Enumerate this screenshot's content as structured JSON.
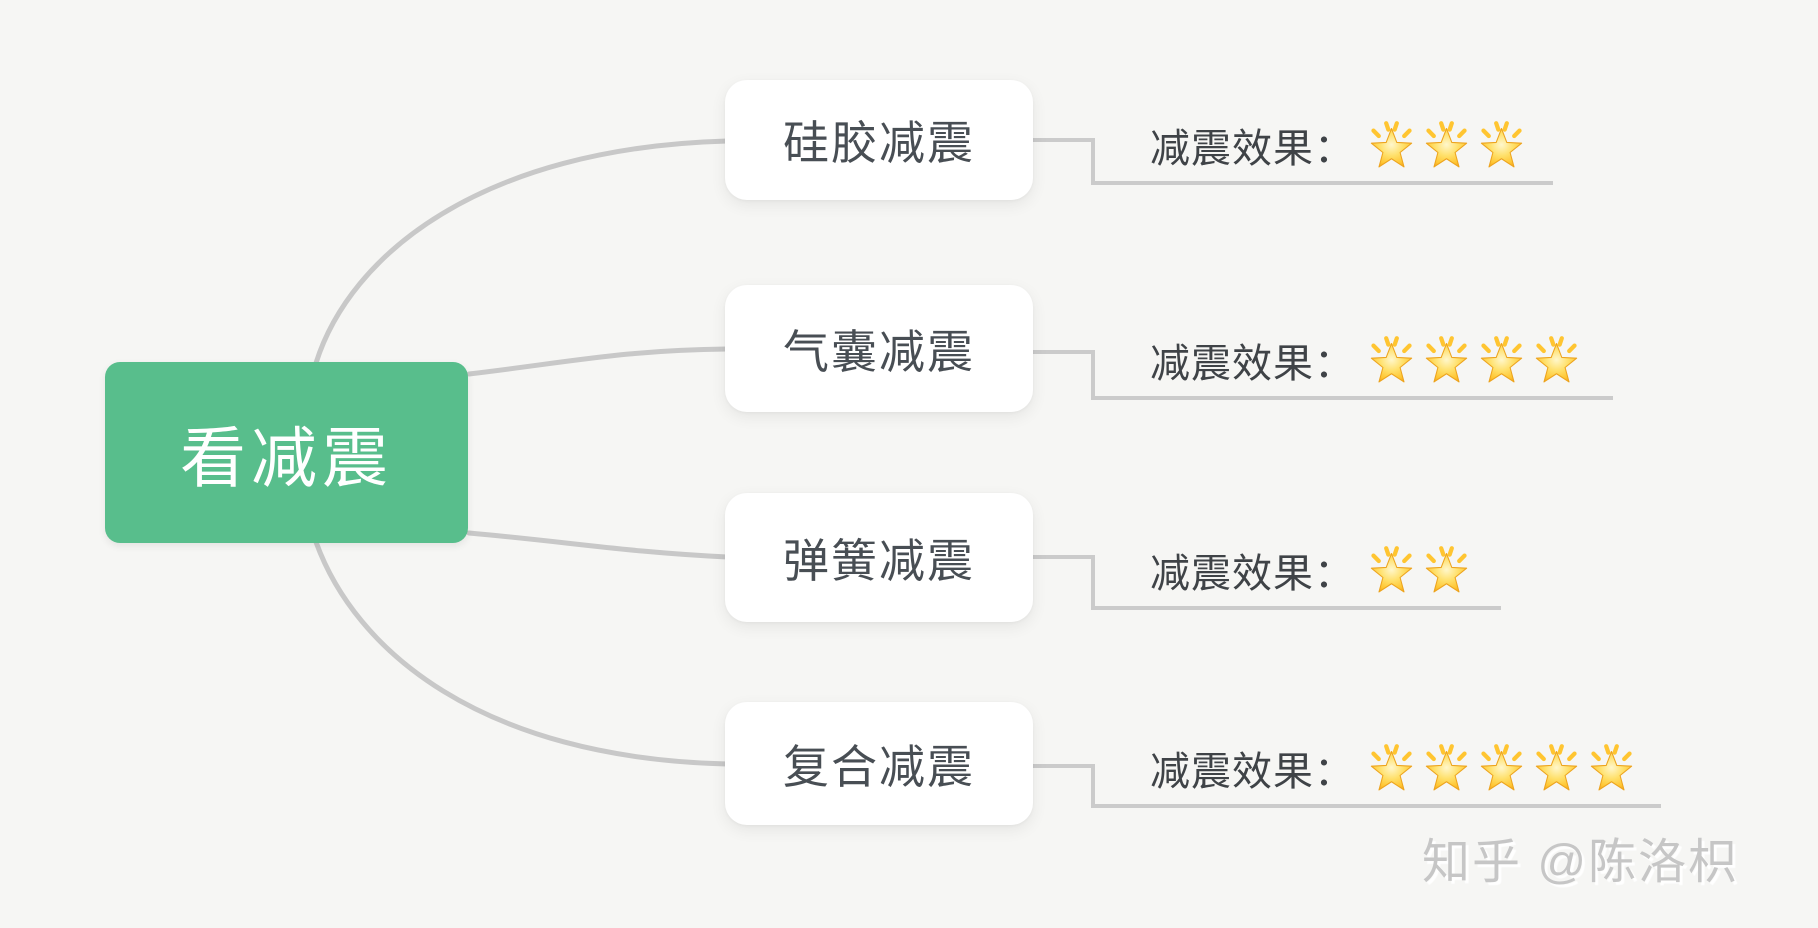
{
  "diagram": {
    "type": "mindmap",
    "root": {
      "label": "看减震"
    },
    "branches": [
      {
        "name": "硅胶减震",
        "effect_label": "减震效果：",
        "stars": 3
      },
      {
        "name": "气囊减震",
        "effect_label": "减震效果：",
        "stars": 4
      },
      {
        "name": "弹簧减震",
        "effect_label": "减震效果：",
        "stars": 2
      },
      {
        "name": "复合减震",
        "effect_label": "减震效果：",
        "stars": 5
      }
    ]
  },
  "watermark": {
    "text": "知乎 @陈洛枳"
  },
  "colors": {
    "background": "#F6F6F4",
    "root_green": "#58BE8C",
    "root_text": "#FFFFFF",
    "topic_text": "#484E54",
    "leaf_text": "#3F4347",
    "connector": "#CBCBCB",
    "star_gold": "#F5A623"
  },
  "icons": {
    "star": "glowing-star-icon"
  }
}
